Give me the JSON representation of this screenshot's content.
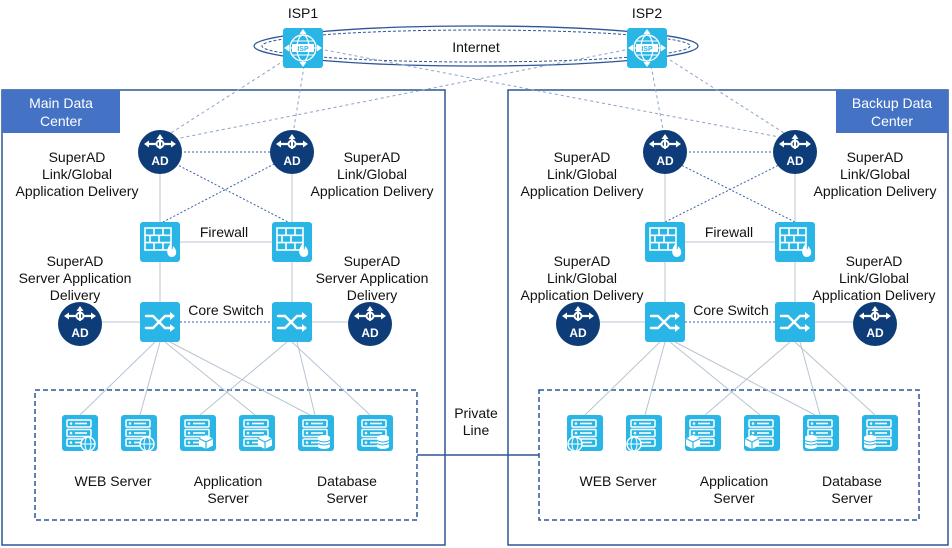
{
  "isp1": "ISP1",
  "isp2": "ISP2",
  "isp_icon_text": "ISP",
  "internet": "Internet",
  "private_line": [
    "Private",
    "Line"
  ],
  "ad_icon_text": "AD",
  "main_dc": {
    "title": [
      "Main Data",
      "Center"
    ],
    "ad_left_label": [
      "SuperAD",
      "Link/Global",
      "Application Delivery"
    ],
    "ad_right_label": [
      "SuperAD",
      "Link/Global",
      "Application Delivery"
    ],
    "firewall": "Firewall",
    "server_ad_left_label": [
      "SuperAD",
      "Server Application",
      "Delivery"
    ],
    "server_ad_right_label": [
      "SuperAD",
      "Server Application",
      "Delivery"
    ],
    "core_switch": "Core Switch",
    "web_server": "WEB Server",
    "app_server": [
      "Application",
      "Server"
    ],
    "db_server": [
      "Database",
      "Server"
    ]
  },
  "backup_dc": {
    "title": [
      "Backup Data",
      "Center"
    ],
    "ad_left_label": [
      "SuperAD",
      "Link/Global",
      "Application Delivery"
    ],
    "ad_right_label": [
      "SuperAD",
      "Link/Global",
      "Application Delivery"
    ],
    "firewall": "Firewall",
    "server_ad_left_label": [
      "SuperAD",
      "Link/Global",
      "Application Delivery"
    ],
    "server_ad_right_label": [
      "SuperAD",
      "Link/Global",
      "Application Delivery"
    ],
    "core_switch": "Core Switch",
    "web_server": "WEB Server",
    "app_server": [
      "Application",
      "Server"
    ],
    "db_server": [
      "Database",
      "Server"
    ]
  },
  "colors": {
    "frame": "#2f5597",
    "title_bg": "#4472c4",
    "cyan": "#29b6e6",
    "ad_dark": "#0d3c78",
    "line": "#b8c4d2",
    "dotted": "#5a7fb8",
    "private_line": "#2f5597"
  }
}
